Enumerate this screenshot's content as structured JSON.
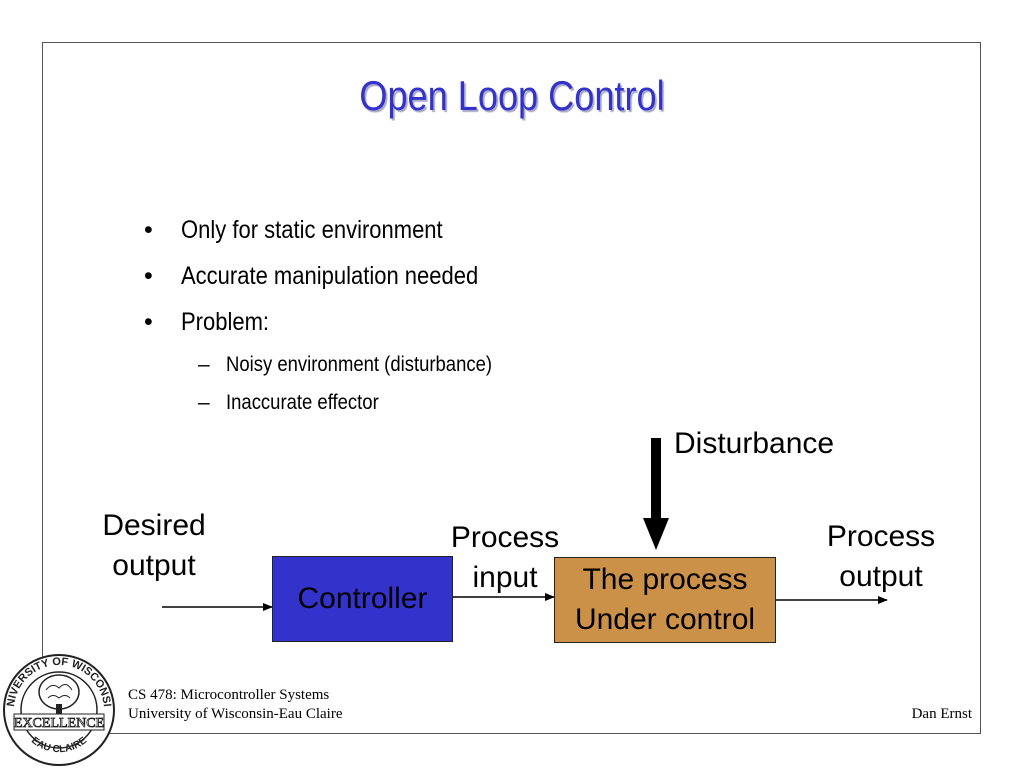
{
  "slide": {
    "title": "Open Loop Control",
    "bullets": [
      {
        "text": "Only for static environment"
      },
      {
        "text": "Accurate manipulation needed"
      },
      {
        "text": "Problem:"
      }
    ],
    "sub_bullets": [
      {
        "text": "Noisy environment (disturbance)"
      },
      {
        "text": "Inaccurate effector"
      }
    ],
    "bullet_symbol": "•",
    "sub_bullet_symbol": "–"
  },
  "diagram": {
    "desired_output": {
      "line1": "Desired",
      "line2": "output"
    },
    "controller": {
      "label": "Controller",
      "color": "#3333cc"
    },
    "process_input": {
      "line1": "Process",
      "line2": "input"
    },
    "process_box": {
      "line1": "The process",
      "line2": "Under control",
      "color": "#cc9148"
    },
    "process_output": {
      "line1": "Process",
      "line2": "output"
    },
    "disturbance": {
      "label": "Disturbance"
    }
  },
  "footer": {
    "course": "CS 478: Microcontroller Systems",
    "university": "University of Wisconsin-Eau Claire",
    "author": "Dan Ernst",
    "seal": {
      "top_text": "UNIVERSITY OF WISCONSIN",
      "banner_text": "EXCELLENCE",
      "bottom_text": "EAU CLAIRE"
    }
  }
}
